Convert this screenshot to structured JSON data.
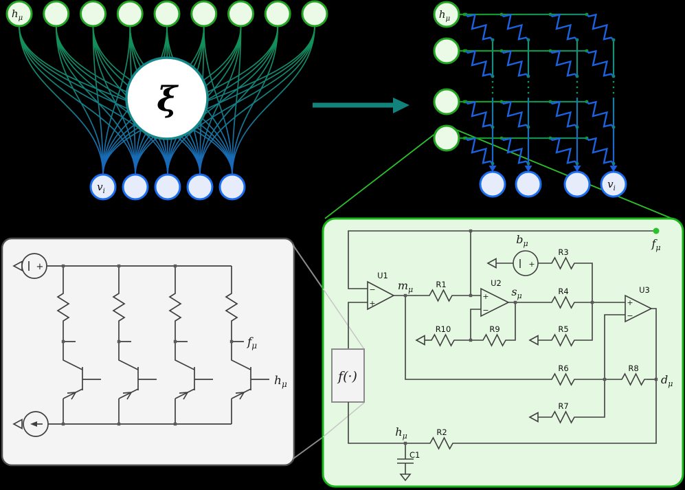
{
  "colors": {
    "background": "#000000",
    "green_node_stroke": "#22a422",
    "green_node_fill": "#eafae6",
    "blue_node_stroke": "#1c6ded",
    "blue_node_fill": "#e7ecfb",
    "edge_top_green": "#12954a",
    "edge_mid_teal": "#148083",
    "edge_bottom_blue": "#1a63c8",
    "xi_circle_stroke": "#17898a",
    "arrow_teal": "#11837b",
    "row_wire_green": "#12a11a",
    "row_wire_teal": "#127f86",
    "col_wire_teal": "#13996a",
    "col_wire_blue": "#1b5fe0",
    "resistor_blue": "#1b63e0",
    "callout_green": "#2cc02c",
    "panel_green_border": "#17b517",
    "panel_green_fill": "#e5f9e2",
    "panel_gray_fill": "#f4f4f4",
    "panel_gray_border": "#4f4f4f",
    "circuit_line": "#3f3f3f",
    "callout_gray": "#8c8c8c",
    "callout_gray_light": "#c6c6c6",
    "fn_box_fill": "#f3f3f3",
    "fn_box_border": "#8a8a8a",
    "terminal_dot_green": "#2cc02c"
  },
  "bipartite": {
    "hidden_count": 9,
    "visible_count": 5,
    "hidden_label": {
      "base": "h",
      "sub": "μ"
    },
    "visible_label": {
      "base": "v",
      "sub": "i"
    },
    "weight_label": "ξ"
  },
  "crossbar": {
    "row_count": 4,
    "col_count": 4,
    "hidden_label": {
      "base": "h",
      "sub": "μ"
    },
    "visible_label": {
      "base": "v",
      "sub": "i"
    }
  },
  "transistor_panel": {
    "branch_count": 4,
    "f_label": {
      "base": "f",
      "sub": "μ"
    },
    "h_label": {
      "base": "h",
      "sub": "μ"
    }
  },
  "circuit_panel": {
    "opamps": [
      "U1",
      "U2",
      "U3"
    ],
    "resistors": [
      "R1",
      "R2",
      "R3",
      "R4",
      "R5",
      "R6",
      "R7",
      "R8",
      "R9",
      "R10"
    ],
    "capacitor": "C1",
    "fn_block": "f(·)",
    "b_label": {
      "base": "b",
      "sub": "μ"
    },
    "f_label": {
      "base": "f",
      "sub": "μ"
    },
    "m_label": {
      "base": "m",
      "sub": "μ"
    },
    "s_label": {
      "base": "s",
      "sub": "μ"
    },
    "d_label": {
      "base": "d",
      "sub": "μ"
    },
    "h_label": {
      "base": "h",
      "sub": "μ"
    }
  },
  "symbols": {
    "plus": "+",
    "minus": "−"
  }
}
